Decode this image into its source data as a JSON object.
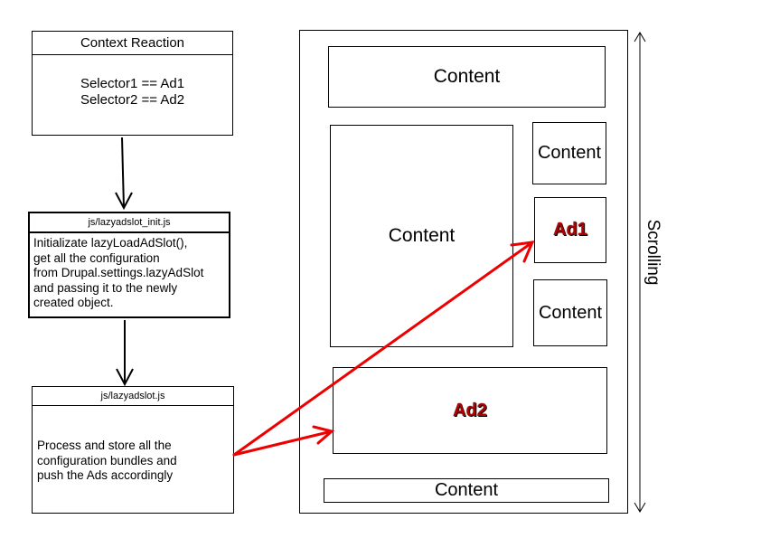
{
  "context_reaction": {
    "title": "Context Reaction",
    "line1": "Selector1 == Ad1",
    "line2": "Selector2 == Ad2"
  },
  "init_js": {
    "title": "js/lazyadslot_init.js",
    "body": "Initializate lazyLoadAdSlot(),\nget all the configuration\nfrom Drupal.settings.lazyAdSlot\nand passing it to the newly\ncreated object."
  },
  "lazyadslot_js": {
    "title": "js/lazyadslot.js",
    "body": "Process and store all the\nconfiguration bundles and\npush the Ads accordingly"
  },
  "page": {
    "content_top": "Content",
    "content_main": "Content",
    "content_side1": "Content",
    "ad1": "Ad1",
    "content_side2": "Content",
    "ad2": "Ad2",
    "content_bottom": "Content"
  },
  "scroll_label": "Scrolling",
  "colors": {
    "arrow_red": "#ee0000",
    "ad_text": "#b00000"
  }
}
